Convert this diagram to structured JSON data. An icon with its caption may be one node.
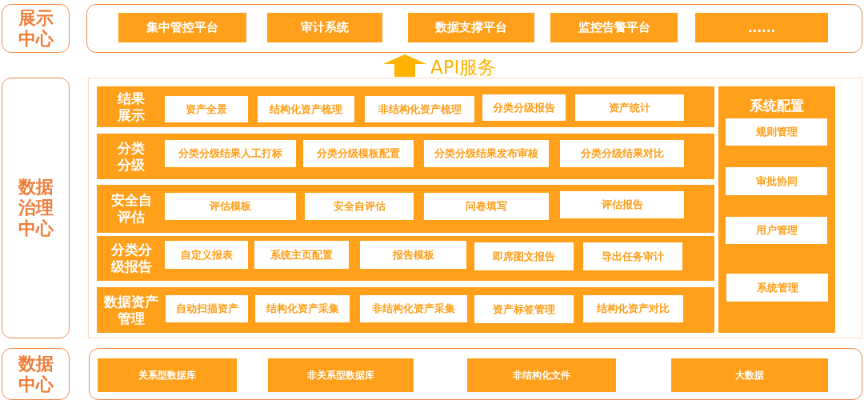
{
  "diagram": {
    "nodes": [
      {
        "text": [
          "展示中心"
        ]
      },
      {
        "text": [],
        "shape": "box"
      },
      {
        "text": [
          "集中管控平台"
        ],
        "in": 1
      },
      {
        "text": [
          "审计系统"
        ],
        "in": 1
      },
      {
        "text": [
          "数据支撑平台"
        ],
        "in": 1
      },
      {
        "text": [
          "监控告警平台"
        ],
        "in": 1
      },
      {
        "text": [
          "......"
        ],
        "in": 1
      },
      {
        "text": [
          "数据治理中心"
        ]
      },
      {
        "text": [],
        "shape": "box"
      },
      {
        "text": [
          "结果展示"
        ],
        "in": 8
      },
      {
        "text": [
          "资产全景"
        ],
        "in": 9
      },
      {
        "text": [
          "结构化资产梳理"
        ],
        "in": 9
      },
      {
        "text": [
          "非结构化资产梳理"
        ],
        "in": 9
      },
      {
        "text": [
          "分类分级报告"
        ],
        "in": 9
      },
      {
        "text": [
          "资产统计"
        ],
        "in": 9
      },
      {
        "text": [
          "分类分级"
        ],
        "in": 8
      },
      {
        "text": [
          "分类分级结果人工打标"
        ],
        "in": 15
      },
      {
        "text": [
          "分类分级模板配置"
        ],
        "in": 15
      },
      {
        "text": [
          "分类分级结果发布审核"
        ],
        "in": 15
      },
      {
        "text": [
          "分类分级结果对比"
        ],
        "in": 15
      },
      {
        "text": [
          "安全自评估"
        ],
        "in": 8
      },
      {
        "text": [
          "评估模板"
        ],
        "in": 20
      },
      {
        "text": [
          "安全自评估"
        ],
        "in": 20
      },
      {
        "text": [
          "问卷填写"
        ],
        "in": 20
      },
      {
        "text": [
          "评估报告"
        ],
        "in": 20
      },
      {
        "text": [
          "分类分级报告"
        ],
        "in": 8
      },
      {
        "text": [
          "自定义报表"
        ],
        "in": 25
      },
      {
        "text": [
          "系统主页配置"
        ],
        "in": 25
      },
      {
        "text": [
          "报告模板"
        ],
        "in": 25
      },
      {
        "text": [
          "即席图文报告"
        ],
        "in": 25
      },
      {
        "text": [
          "导出任务审计"
        ],
        "in": 25
      },
      {
        "text": [
          "数据资产管理"
        ],
        "in": 8
      },
      {
        "text": [
          "自动扫描资产"
        ],
        "in": 31
      },
      {
        "text": [
          "结构化资产采集"
        ],
        "in": 31
      },
      {
        "text": [
          "非结构化资产采集"
        ],
        "in": 31
      },
      {
        "text": [
          "资产标签管理"
        ],
        "in": 31
      },
      {
        "text": [
          "结构化资产对比"
        ],
        "in": 31
      },
      {
        "text": [
          "系统配置"
        ],
        "in": 8
      },
      {
        "text": [
          "规则管理"
        ],
        "in": 37
      },
      {
        "text": [
          "审批协同"
        ],
        "in": 37
      },
      {
        "text": [
          "用户管理"
        ],
        "in": 37
      },
      {
        "text": [
          "系统管理"
        ],
        "in": 37
      },
      {
        "text": [
          "数据中心"
        ]
      },
      {
        "text": [],
        "shape": "box"
      },
      {
        "text": [
          "关系型数据库"
        ],
        "in": 43
      },
      {
        "text": [
          "非关系型数据库"
        ],
        "in": 43
      },
      {
        "text": [
          "非结构化文件"
        ],
        "in": 43
      },
      {
        "text": [
          "大数据"
        ],
        "in": 43
      }
    ],
    "edges": [
      {
        "from": 8,
        "to": 1,
        "arrow": "to",
        "label": "API服务"
      }
    ]
  }
}
